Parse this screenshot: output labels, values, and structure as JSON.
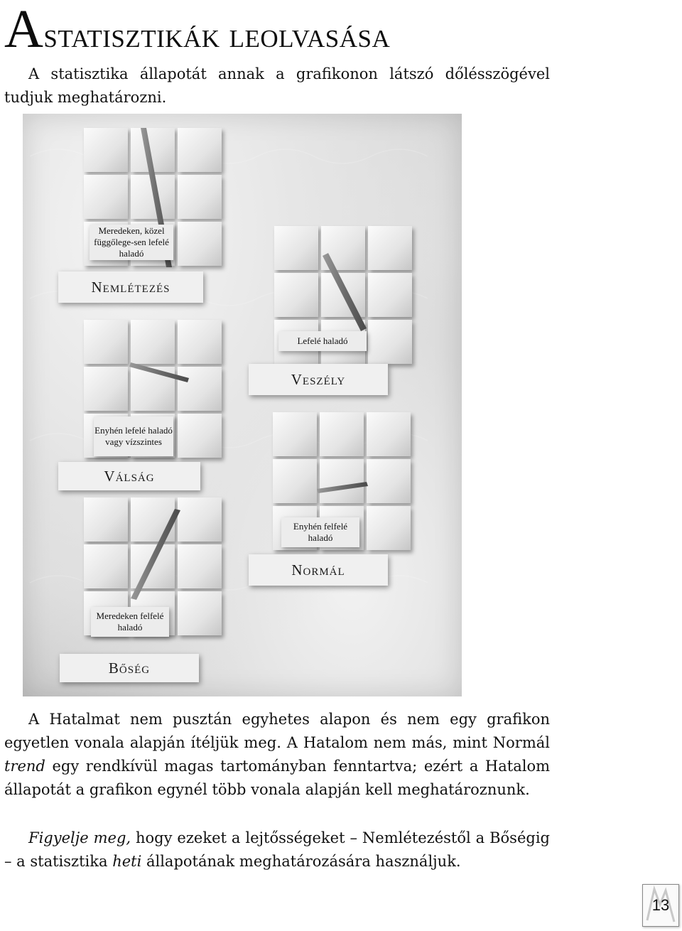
{
  "title": {
    "first_letter": "A",
    "rest": "statisztikák leolvasása"
  },
  "intro": "A statisztika állapotát annak a grafikonon látszó dőlésszögével tudjuk meghatározni.",
  "states": [
    {
      "slope_label": "Meredeken, közel függőlege-sen lefelé haladó",
      "name": "Nemlétezés"
    },
    {
      "slope_label": "Lefelé haladó",
      "name": "Veszély"
    },
    {
      "slope_label": "Enyhén lefelé haladó vagy vízszintes",
      "name": "Válság"
    },
    {
      "slope_label": "Enyhén felfelé haladó",
      "name": "Normál"
    },
    {
      "slope_label": "Meredeken felfelé haladó",
      "name": "Bőség"
    }
  ],
  "paragraph2": {
    "before_italic": "A Hatalmat nem pusztán egyhetes alapon és nem egy grafikon egyetlen vonala alapján ítéljük meg. A Hatalom nem más, mint Normál ",
    "italic": "trend",
    "after_italic": " egy rendkívül magas tartományban fenntartva; ezért a Hatalom állapotát a grafikon egynél több vonala alapján kell meghatároznunk."
  },
  "paragraph3": {
    "italic_start": "Figyelje meg,",
    "middle": " hogy ezeket a lejtősségeket – Nemlétezéstől a Bőségig – a statisztika ",
    "italic_word": "heti",
    "end": " állapotának meghatározására használjuk."
  },
  "page_number": "13"
}
